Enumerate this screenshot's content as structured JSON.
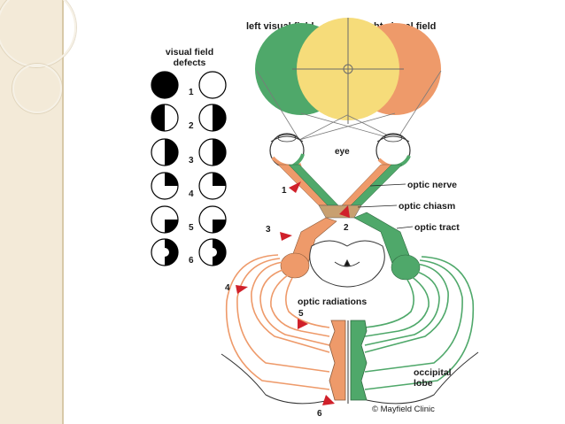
{
  "header": {
    "left_visual_field": "left visual field",
    "right_visual_field": "right visual field"
  },
  "defects": {
    "title_line1": "visual field",
    "title_line2": "defects",
    "numbers": [
      "1",
      "2",
      "3",
      "4",
      "5",
      "6"
    ]
  },
  "labels": {
    "eye": "eye",
    "optic_nerve": "optic nerve",
    "optic_chiasm": "optic chiasm",
    "optic_tract": "optic tract",
    "optic_radiations": "optic radiations",
    "occipital_line1": "occipital",
    "occipital_line2": "lobe",
    "credit": "© Mayfield Clinic"
  },
  "lesion_markers": [
    "1",
    "2",
    "3",
    "4",
    "5",
    "6"
  ],
  "colors": {
    "left_pathway": "#ee9a6a",
    "right_pathway": "#4fa86a",
    "overlap": "#f6dc7a",
    "marker_red": "#d0202a",
    "slide_band": "#f3ead8"
  }
}
